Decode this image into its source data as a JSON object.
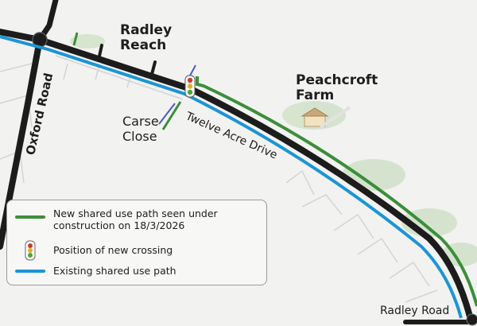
{
  "labels": {
    "radley_reach": "Radley Reach",
    "oxford_road": "Oxford Road",
    "peachcroft_farm": "Peachcroft Farm",
    "carse_close": "Carse Close",
    "twelve_acre_drive": "Twelve Acre Drive",
    "radley_road": "Radley Road"
  },
  "legend": {
    "new_path": "New shared use path seen under construction on 18/3/2026",
    "crossing": "Position of new crossing",
    "existing_path": "Existing shared use path"
  },
  "colors": {
    "new_path": "#3a8f3a",
    "existing_path": "#1b95d6",
    "road": "#1c1c1c"
  }
}
